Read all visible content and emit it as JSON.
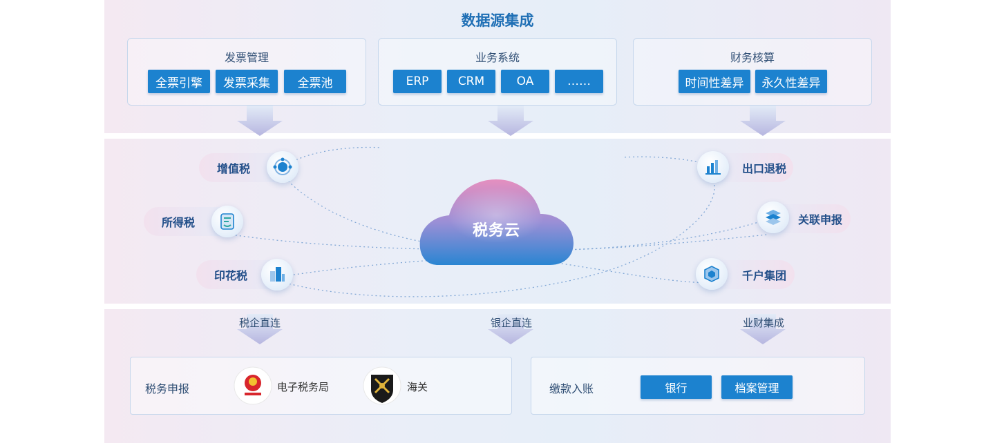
{
  "header": {
    "title": "数据源集成"
  },
  "sources": [
    {
      "title": "发票管理",
      "chips": [
        "全票引擎",
        "发票采集",
        "全票池"
      ]
    },
    {
      "title": "业务系统",
      "chips": [
        "ERP",
        "CRM",
        "OA",
        "……"
      ]
    },
    {
      "title": "财务核算",
      "chips": [
        "时间性差异",
        "永久性差异"
      ]
    }
  ],
  "center": {
    "label": "税务云"
  },
  "taxes_left": [
    "增值税",
    "所得税",
    "印花税"
  ],
  "taxes_right": [
    "出口退税",
    "关联申报",
    "千户集团"
  ],
  "flows": [
    "税企直连",
    "银企直连",
    "业财集成"
  ],
  "bottom_left": {
    "title": "税务申报",
    "items": [
      "电子税务局",
      "海关"
    ]
  },
  "bottom_right": {
    "title": "缴款入账",
    "buttons": [
      "银行",
      "档案管理"
    ]
  },
  "colors": {
    "accent": "#1c82cf",
    "title": "#1f6fb5"
  }
}
